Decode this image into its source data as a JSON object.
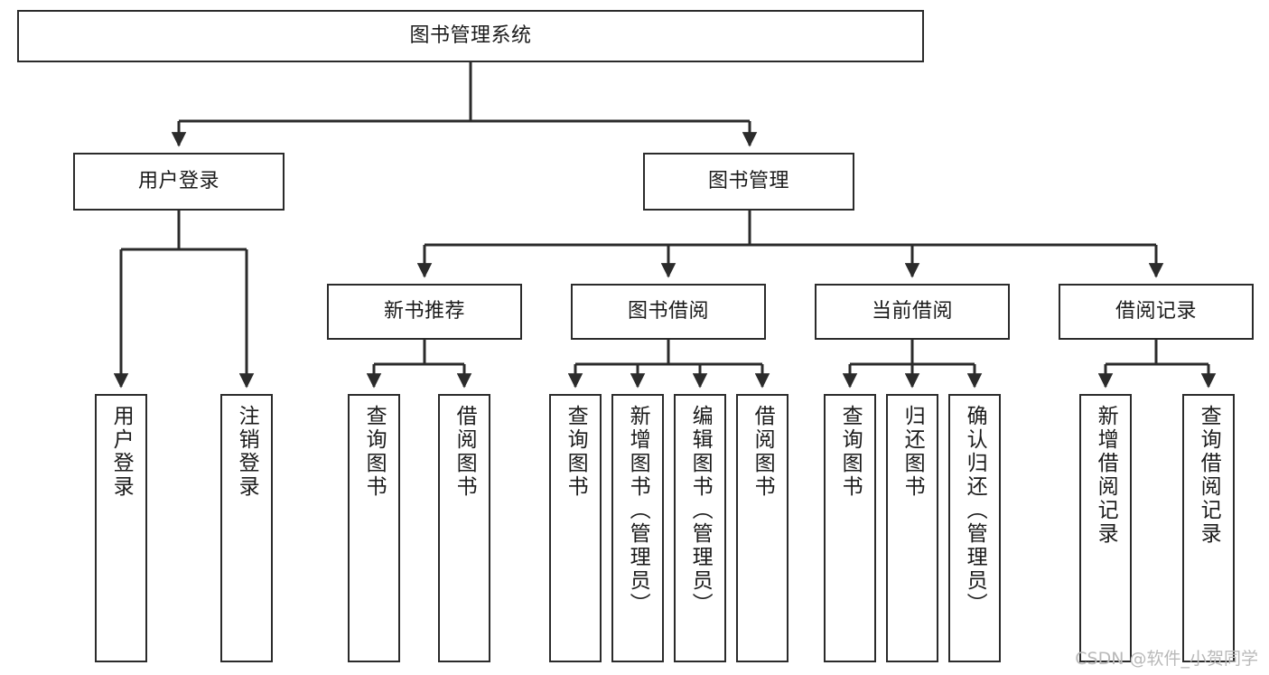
{
  "diagram": {
    "title": "图书管理系统",
    "type": "tree-hierarchy-chart",
    "line_color": "#2b2b2b",
    "box_fill": "#ffffff",
    "text_color": "#1b1b1b"
  },
  "nodes": {
    "root": {
      "label": "图书管理系统"
    },
    "level2": [
      {
        "label": "用户登录"
      },
      {
        "label": "图书管理"
      }
    ],
    "level3": [
      {
        "label": "新书推荐"
      },
      {
        "label": "图书借阅"
      },
      {
        "label": "当前借阅"
      },
      {
        "label": "借阅记录"
      }
    ],
    "leaves": {
      "user_login": [
        {
          "label": "用户登录"
        },
        {
          "label": "注销登录"
        }
      ],
      "new_book_recommend": [
        {
          "label": "查询图书"
        },
        {
          "label": "借阅图书"
        }
      ],
      "book_borrow": [
        {
          "label": "查询图书"
        },
        {
          "label": "新增图书（管理员）"
        },
        {
          "label": "编辑图书（管理员）"
        },
        {
          "label": "借阅图书"
        }
      ],
      "current_borrow": [
        {
          "label": "查询图书"
        },
        {
          "label": "归还图书"
        },
        {
          "label": "确认归还（管理员）"
        }
      ],
      "borrow_record": [
        {
          "label": "新增借阅记录"
        },
        {
          "label": "查询借阅记录"
        }
      ]
    }
  },
  "watermark": {
    "text": "CSDN @软件_小贺同学"
  }
}
